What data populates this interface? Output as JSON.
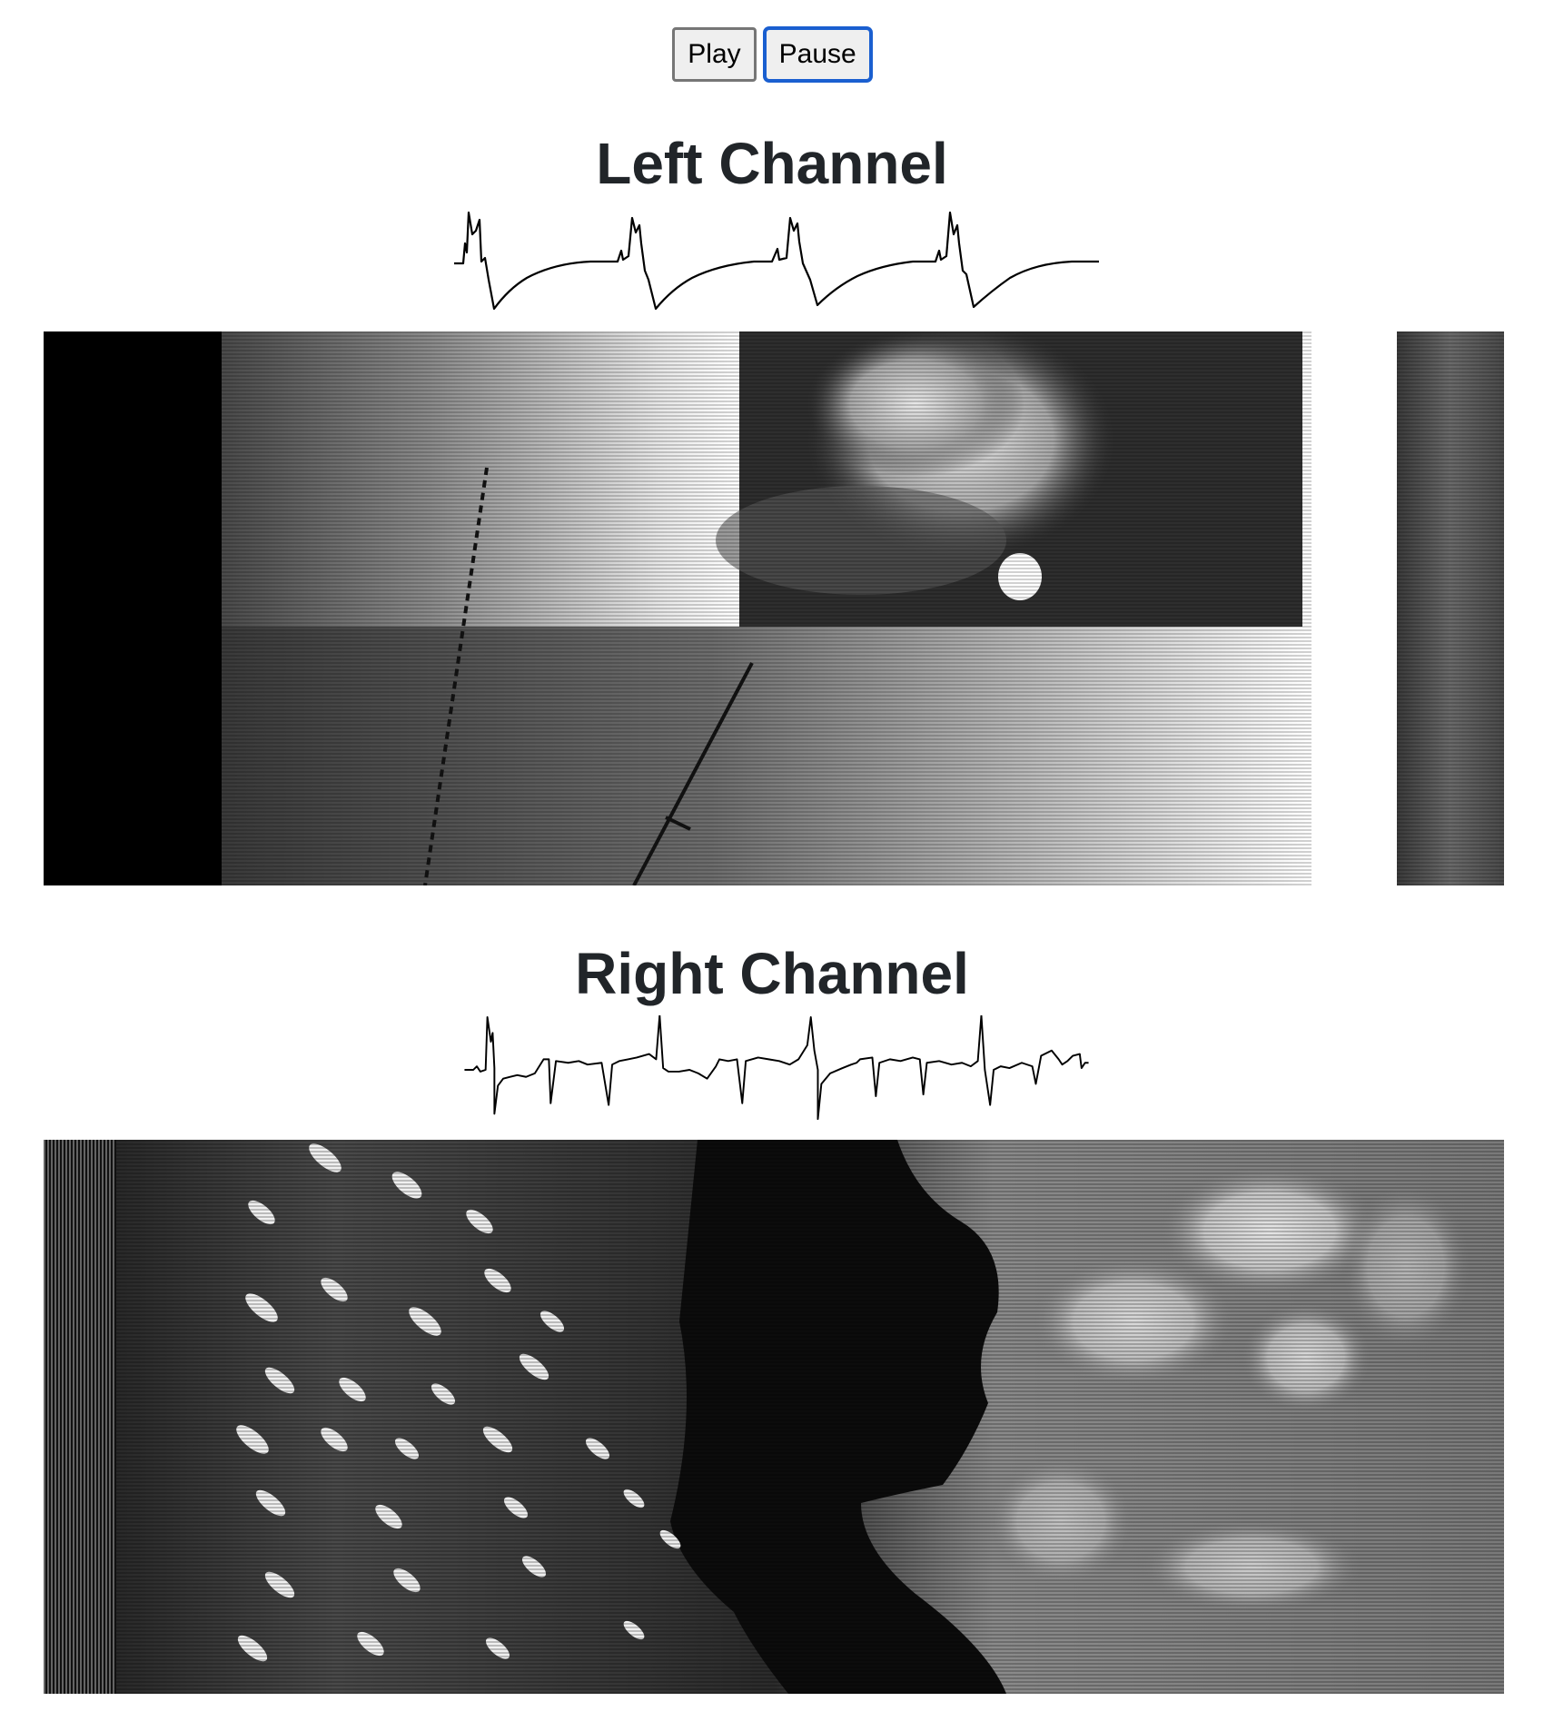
{
  "controls": {
    "play_label": "Play",
    "pause_label": "Pause"
  },
  "channels": {
    "left": {
      "title": "Left Channel"
    },
    "right": {
      "title": "Right Channel"
    }
  },
  "colors": {
    "text": "#212529",
    "focus_ring": "#1a5fd0",
    "button_bg": "#efefef",
    "button_border": "#767676"
  }
}
